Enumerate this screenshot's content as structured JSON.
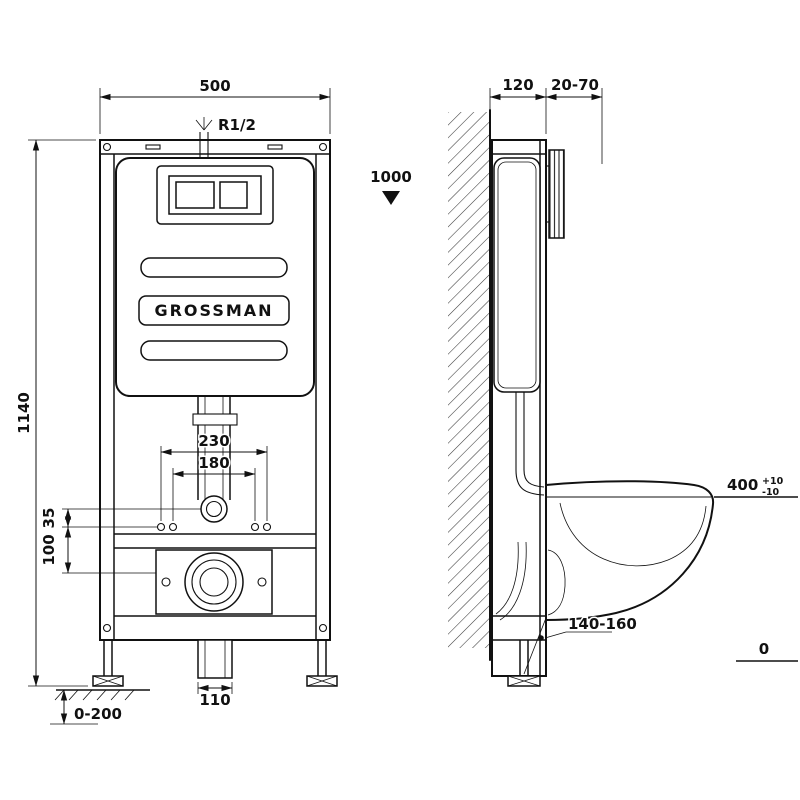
{
  "front": {
    "brand": "GROSSMAN",
    "width": "500",
    "height": "1140",
    "inlet_thread": "R1/2",
    "level_height": "1000",
    "span_outer": "230",
    "span_inner": "180",
    "offset_upper": "35",
    "offset_lower": "100",
    "outlet_width": "110",
    "feet_adjust_range": "0-200"
  },
  "side": {
    "depth": "120",
    "plate_depth_range": "20-70",
    "rim_height": "400",
    "rim_tol_plus": "+10",
    "rim_tol_minus": "-10",
    "bolt_height_range": "140-160",
    "floor_level": "0"
  }
}
